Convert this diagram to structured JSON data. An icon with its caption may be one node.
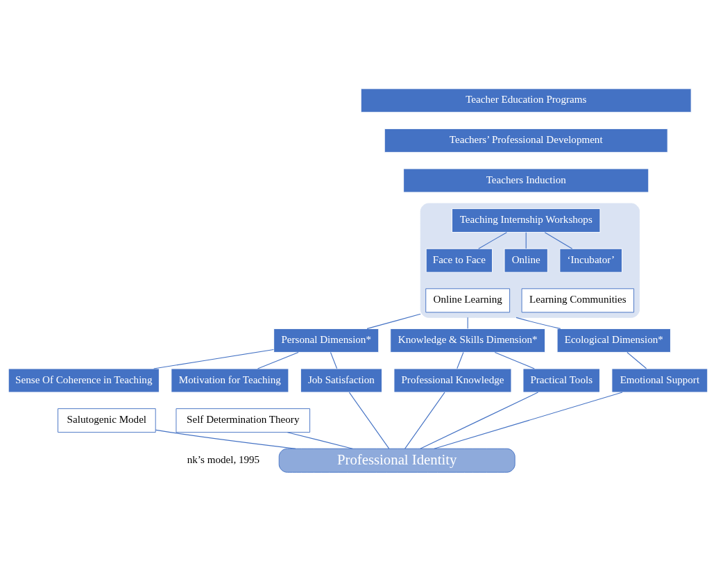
{
  "diagram": {
    "nodes": [
      {
        "text": [
          "Teacher Education Programs"
        ]
      },
      {
        "text": [
          "Teachers’ Professional Development"
        ]
      },
      {
        "text": [
          "Teachers Induction"
        ]
      },
      {
        "text": [],
        "shape": "box"
      },
      {
        "text": [
          "Teaching Internship Workshops"
        ],
        "in": 3
      },
      {
        "text": [
          "Face to Face"
        ],
        "in": 3
      },
      {
        "text": [
          "Online"
        ],
        "in": 3
      },
      {
        "text": [
          "Online Learning"
        ],
        "in": 3
      },
      {
        "text": [
          "‘Incubator’"
        ],
        "in": 3
      },
      {
        "text": [
          "Learning Communities"
        ],
        "in": 3
      },
      {
        "text": [
          "Personal Dimension*"
        ]
      },
      {
        "text": [
          "Knowledge & Skills Dimension*"
        ]
      },
      {
        "text": [
          "Ecological Dimension*"
        ]
      },
      {
        "text": [
          "Sense Of Coherence in Teaching"
        ]
      },
      {
        "text": [
          "Salutogenic Model"
        ]
      },
      {
        "text": [
          "Motivation for Teaching"
        ]
      },
      {
        "text": [
          "Self Determination Theory"
        ]
      },
      {
        "text": [
          "Job Satisfaction"
        ]
      },
      {
        "text": [
          "Professional Knowledge"
        ]
      },
      {
        "text": [
          "Practical Tools"
        ]
      },
      {
        "text": [
          "Emotional Support"
        ]
      },
      {
        "text": [
          "Professional Identity"
        ]
      }
    ],
    "edges": [
      {
        "from": 4,
        "to": 5,
        "arrow": "none"
      },
      {
        "from": 4,
        "to": 6,
        "arrow": "none"
      },
      {
        "from": 4,
        "to": 8,
        "arrow": "none"
      },
      {
        "from": 3,
        "to": 10,
        "arrow": "none"
      },
      {
        "from": 3,
        "to": 11,
        "arrow": "none"
      },
      {
        "from": 3,
        "to": 12,
        "arrow": "none"
      },
      {
        "from": 10,
        "to": 13,
        "arrow": "none"
      },
      {
        "from": 10,
        "to": 15,
        "arrow": "none"
      },
      {
        "from": 10,
        "to": 17,
        "arrow": "none"
      },
      {
        "from": 11,
        "to": 18,
        "arrow": "none"
      },
      {
        "from": 11,
        "to": 19,
        "arrow": "none"
      },
      {
        "from": 12,
        "to": 20,
        "arrow": "none"
      },
      {
        "from": 14,
        "to": 21,
        "arrow": "none"
      },
      {
        "from": 16,
        "to": 21,
        "arrow": "none"
      },
      {
        "from": 17,
        "to": 21,
        "arrow": "none"
      },
      {
        "from": 18,
        "to": 21,
        "arrow": "none"
      },
      {
        "from": 19,
        "to": 21,
        "arrow": "none"
      },
      {
        "from": 20,
        "to": 21,
        "arrow": "none"
      }
    ],
    "labels": [
      "nk’s model, 1995"
    ]
  }
}
